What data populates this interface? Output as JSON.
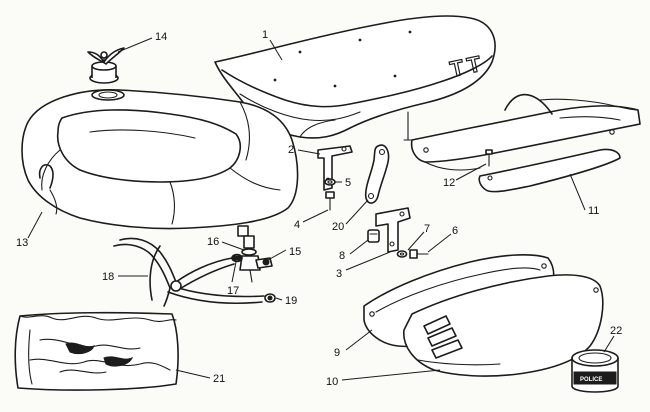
{
  "callouts": {
    "c1": "1",
    "c2": "2",
    "c3": "3",
    "c4": "4",
    "c5": "5",
    "c6": "6",
    "c7": "7",
    "c8": "8",
    "c9": "9",
    "c10": "10",
    "c11": "11",
    "c12": "12",
    "c13": "13",
    "c14": "14",
    "c15": "15",
    "c16": "16",
    "c17": "17",
    "c18": "18",
    "c19": "19",
    "c20": "20",
    "c21": "21",
    "c22": "22"
  },
  "seat_marking": "TT",
  "tin_label": "POLICE"
}
